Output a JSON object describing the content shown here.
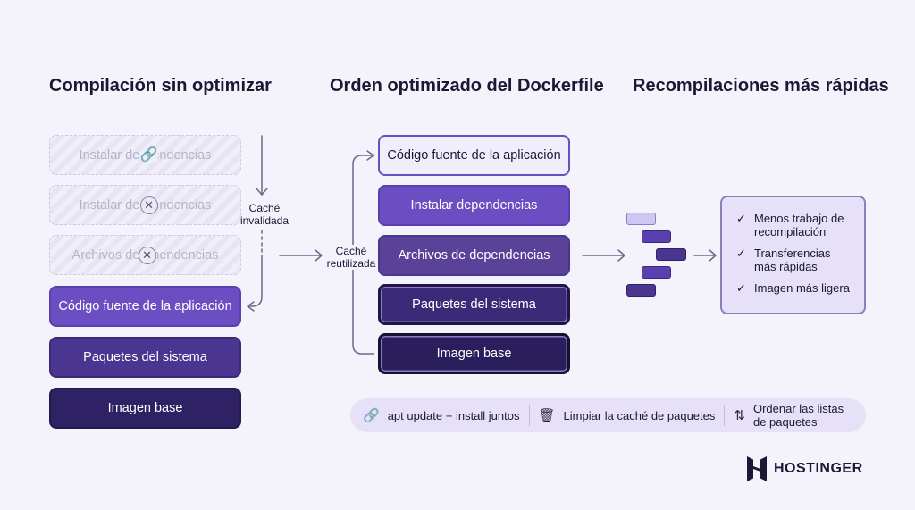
{
  "columns": {
    "unoptimized": {
      "title": "Compilación sin optimizar",
      "ghost_layers": [
        {
          "label_start": "Instalar de",
          "label_end": "endencias",
          "marker": "link-icon",
          "marker_glyph": "🔗"
        },
        {
          "label_start": "Instalar de",
          "label_end": "endencias",
          "marker": "x-circle-icon",
          "marker_glyph": "✕"
        },
        {
          "label_start": "Archivos de",
          "label_end": "pendencias",
          "marker": "x-circle-icon",
          "marker_glyph": "✕"
        }
      ],
      "layers": [
        {
          "label": "Código fuente de la aplicación"
        },
        {
          "label": "Paquetes del sistema"
        },
        {
          "label": "Imagen base"
        }
      ],
      "cache_label_line1": "Caché",
      "cache_label_line2": "invalidada"
    },
    "optimized": {
      "title": "Orden optimizado del Dockerfile",
      "layers": [
        {
          "label": "Código fuente de la aplicación"
        },
        {
          "label": "Instalar dependencias"
        },
        {
          "label": "Archivos de dependencias"
        },
        {
          "label": "Paquetes del sistema"
        },
        {
          "label": "Imagen base"
        }
      ],
      "cache_label_line1": "Caché",
      "cache_label_line2": "reutilizada"
    },
    "faster": {
      "title": "Recompilaciones más rápidas",
      "benefits": [
        {
          "line1": "Menos trabajo de",
          "line2": "recompilación"
        },
        {
          "line1": "Transferencias",
          "line2": "más rápidas"
        },
        {
          "line1": "Imagen más ligera",
          "line2": ""
        }
      ],
      "check_glyph": "✓"
    }
  },
  "tips": [
    {
      "icon": "link-icon",
      "glyph": "🔗",
      "line1": "apt update + install juntos",
      "line2": ""
    },
    {
      "icon": "trash-icon",
      "glyph": "🗑",
      "line1": "Limpiar la caché de paquetes",
      "line2": ""
    },
    {
      "icon": "sort-icon",
      "glyph": "⇅",
      "line1": "Ordenar las listas",
      "line2": "de paquetes"
    }
  ],
  "brand": {
    "name": "HOSTINGER",
    "icon": "hostinger-logo-icon"
  },
  "colors": {
    "background": "#f4f3fb",
    "violet": "#6b4fc2",
    "indigo": "#4a3591",
    "deep": "#2f2264",
    "light_fill": "#e6e1f8"
  }
}
